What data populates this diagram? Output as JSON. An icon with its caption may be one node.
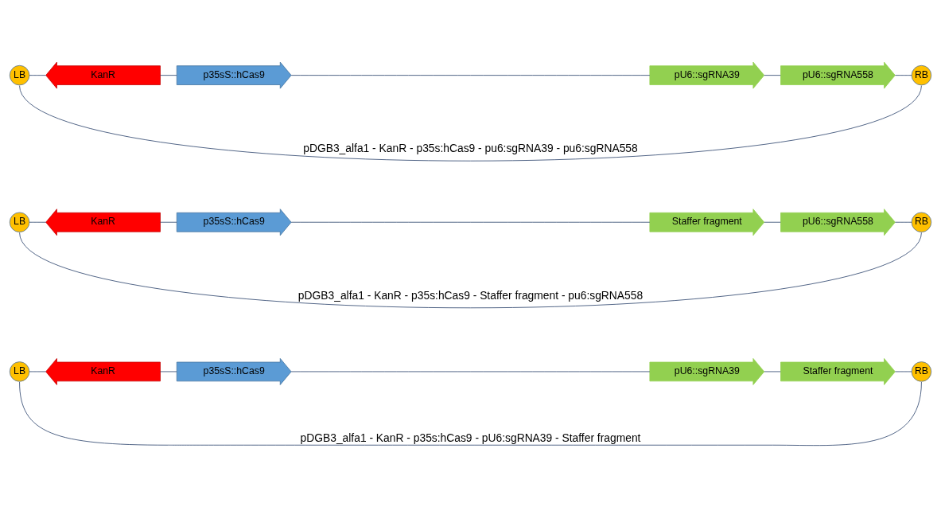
{
  "diagram": {
    "nodes": [
      {
        "text": [
          "LB"
        ]
      },
      {
        "text": [
          "KanR"
        ]
      },
      {
        "text": [
          "p35sS::hCas9"
        ]
      },
      {
        "text": [
          "pU6::sgRNA39"
        ]
      },
      {
        "text": [
          "Staffer fragment"
        ]
      },
      {
        "text": [
          "RB"
        ]
      },
      {
        "text": [
          "LB"
        ]
      },
      {
        "text": [
          "KanR"
        ]
      },
      {
        "text": [
          "p35sS::hCas9"
        ]
      },
      {
        "text": [
          "Staffer fragment"
        ]
      },
      {
        "text": [
          "pU6::sgRNA558"
        ]
      },
      {
        "text": [
          "RB"
        ]
      },
      {
        "text": [
          "LB"
        ]
      },
      {
        "text": [
          "KanR"
        ]
      },
      {
        "text": [
          "p35sS::hCas9"
        ]
      },
      {
        "text": [
          "pU6::sgRNA39"
        ]
      },
      {
        "text": [
          "pU6::sgRNA558"
        ]
      },
      {
        "text": [
          "RB"
        ]
      }
    ],
    "edges": [
      {
        "from": 0,
        "to": 1,
        "arrow": "none"
      },
      {
        "from": 1,
        "to": 2,
        "arrow": "none"
      },
      {
        "from": 2,
        "to": 3,
        "arrow": "none"
      },
      {
        "from": 3,
        "to": 4,
        "arrow": "none"
      },
      {
        "from": 4,
        "to": 5,
        "arrow": "none"
      },
      {
        "from": 0,
        "to": 5,
        "arrow": "none",
        "label": "pDGB3_alfa1 - KanR - p35s:hCas9 - pU6:sgRNA39 - Staffer fragment"
      },
      {
        "from": 6,
        "to": 7,
        "arrow": "none"
      },
      {
        "from": 7,
        "to": 8,
        "arrow": "none"
      },
      {
        "from": 8,
        "to": 9,
        "arrow": "none"
      },
      {
        "from": 9,
        "to": 10,
        "arrow": "none"
      },
      {
        "from": 10,
        "to": 11,
        "arrow": "none"
      },
      {
        "from": 6,
        "to": 11,
        "arrow": "none",
        "label": "pDGB3_alfa1 - KanR - p35s:hCas9 - Staffer fragment - pu6:sgRNA558"
      },
      {
        "from": 12,
        "to": 13,
        "arrow": "none"
      },
      {
        "from": 13,
        "to": 14,
        "arrow": "none"
      },
      {
        "from": 14,
        "to": 15,
        "arrow": "none"
      },
      {
        "from": 15,
        "to": 16,
        "arrow": "none"
      },
      {
        "from": 16,
        "to": 17,
        "arrow": "none"
      },
      {
        "from": 12,
        "to": 17,
        "arrow": "none",
        "label": "pDGB3_alfa1 - KanR - p35s:hCas9 - pu6:sgRNA39 - pu6:sgRNA558"
      }
    ]
  }
}
